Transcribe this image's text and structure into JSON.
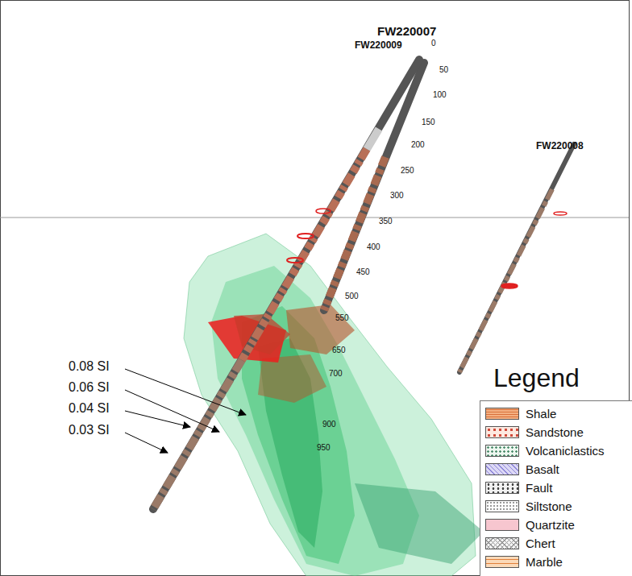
{
  "diagram": {
    "labels": [
      "FW220007",
      "FW220009",
      "FW220008",
      "0",
      "50",
      "100",
      "150",
      "200",
      "250",
      "300",
      "350",
      "400",
      "450",
      "500",
      "550",
      "650",
      "700",
      "900",
      "950",
      "0.08 SI",
      "0.06 SI",
      "0.04 SI",
      "0.03 SI",
      "Legend"
    ],
    "legend": [
      {
        "text": "Shale"
      },
      {
        "text": "Sandstone"
      },
      {
        "text": "Volcaniclastics"
      },
      {
        "text": "Basalt"
      },
      {
        "text": "Fault"
      },
      {
        "text": "Siltstone"
      },
      {
        "text": "Quartzite",
        "color": "#f7c6cf"
      },
      {
        "text": "Chert"
      },
      {
        "text": "Marble"
      }
    ]
  }
}
